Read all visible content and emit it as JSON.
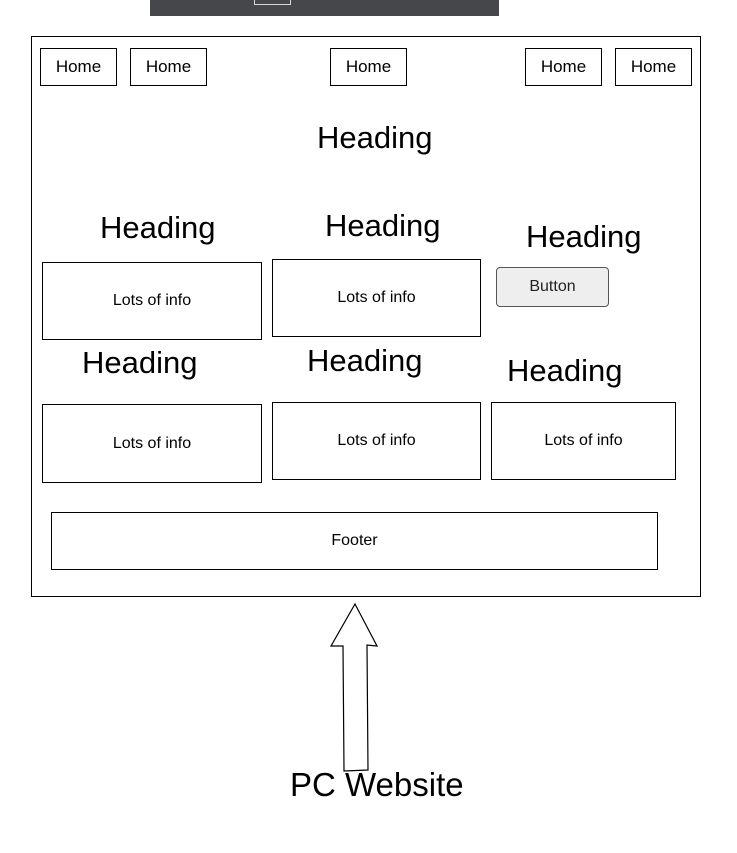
{
  "nav": {
    "items": [
      "Home",
      "Home",
      "Home",
      "Home",
      "Home"
    ]
  },
  "main": {
    "heading": "Heading"
  },
  "row1": {
    "col1": {
      "heading": "Heading",
      "info": "Lots of info"
    },
    "col2": {
      "heading": "Heading",
      "info": "Lots of info"
    },
    "col3": {
      "heading": "Heading",
      "button": "Button"
    }
  },
  "row2": {
    "col1": {
      "heading": "Heading",
      "info": "Lots of info"
    },
    "col2": {
      "heading": "Heading",
      "info": "Lots of info"
    },
    "col3": {
      "heading": "Heading",
      "info": "Lots of info"
    }
  },
  "footer": {
    "label": "Footer"
  },
  "caption": "PC Website",
  "colors": {
    "top_bar": "#46474b",
    "button_fill": "#eeeeee",
    "line": "#000000"
  }
}
